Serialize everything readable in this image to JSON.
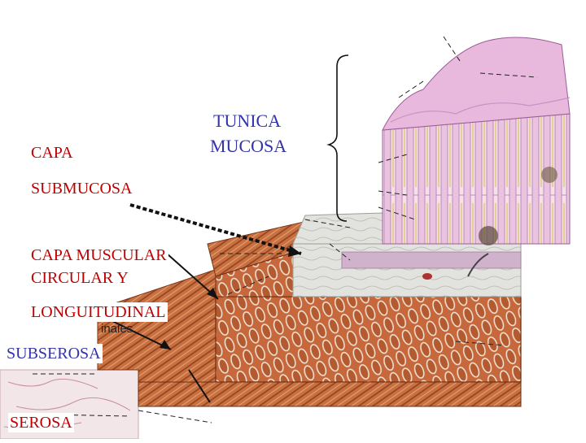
{
  "labels": {
    "capa": "CAPA",
    "submucosa": "SUBMUCOSA",
    "tunica_line1": "TUNICA",
    "tunica_line2": "MUCOSA",
    "muscular_line1": "CAPA MUSCULAR",
    "muscular_line2": "CIRCULAR Y",
    "longitudinal": "LONGUITUDINAL",
    "inales_fragment": "inales",
    "subserosa": "SUBSEROSA",
    "serosa": "SEROSA"
  },
  "colors": {
    "label_red": "#c00000",
    "label_blue": "#3333aa",
    "mucosa_pink": "#e6b3dc",
    "submucosa_gray": "#dcdcd8",
    "muscle_brown": "#c0643a",
    "serosa_white": "#f4ecec"
  }
}
